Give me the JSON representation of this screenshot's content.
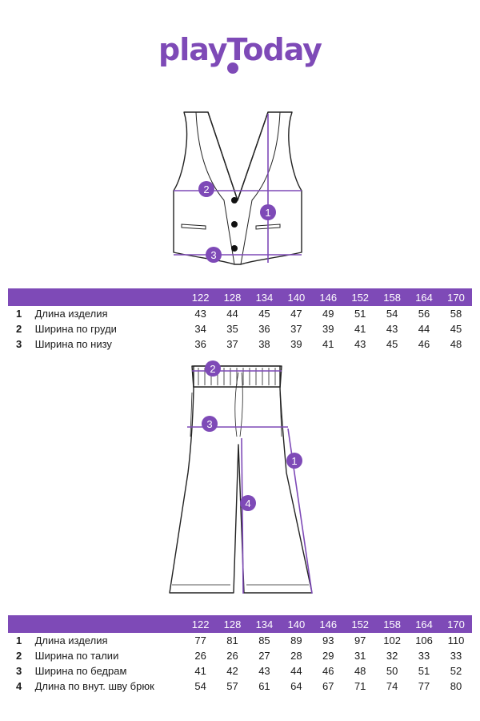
{
  "brand": {
    "name": "playToday",
    "color": "#7e4ab7"
  },
  "vest_table": {
    "sizes": [
      "122",
      "128",
      "134",
      "140",
      "146",
      "152",
      "158",
      "164",
      "170"
    ],
    "rows": [
      {
        "num": "1",
        "label": "Длина изделия",
        "values": [
          "43",
          "44",
          "45",
          "47",
          "49",
          "51",
          "54",
          "56",
          "58"
        ]
      },
      {
        "num": "2",
        "label": "Ширина по груди",
        "values": [
          "34",
          "35",
          "36",
          "37",
          "39",
          "41",
          "43",
          "44",
          "45"
        ]
      },
      {
        "num": "3",
        "label": "Ширина по низу",
        "values": [
          "36",
          "37",
          "38",
          "39",
          "41",
          "43",
          "45",
          "46",
          "48"
        ]
      }
    ]
  },
  "pants_table": {
    "sizes": [
      "122",
      "128",
      "134",
      "140",
      "146",
      "152",
      "158",
      "164",
      "170"
    ],
    "rows": [
      {
        "num": "1",
        "label": "Длина изделия",
        "values": [
          "77",
          "81",
          "85",
          "89",
          "93",
          "97",
          "102",
          "106",
          "110"
        ]
      },
      {
        "num": "2",
        "label": "Ширина по талии",
        "values": [
          "26",
          "26",
          "27",
          "28",
          "29",
          "31",
          "32",
          "33",
          "33"
        ]
      },
      {
        "num": "3",
        "label": "Ширина по бедрам",
        "values": [
          "41",
          "42",
          "43",
          "44",
          "46",
          "48",
          "50",
          "51",
          "52"
        ]
      },
      {
        "num": "4",
        "label": "Длина по внут. шву брюк",
        "values": [
          "54",
          "57",
          "61",
          "64",
          "67",
          "71",
          "74",
          "77",
          "80"
        ]
      }
    ]
  },
  "vest_markers": [
    "1",
    "2",
    "3"
  ],
  "pants_markers": [
    "1",
    "2",
    "3",
    "4"
  ]
}
